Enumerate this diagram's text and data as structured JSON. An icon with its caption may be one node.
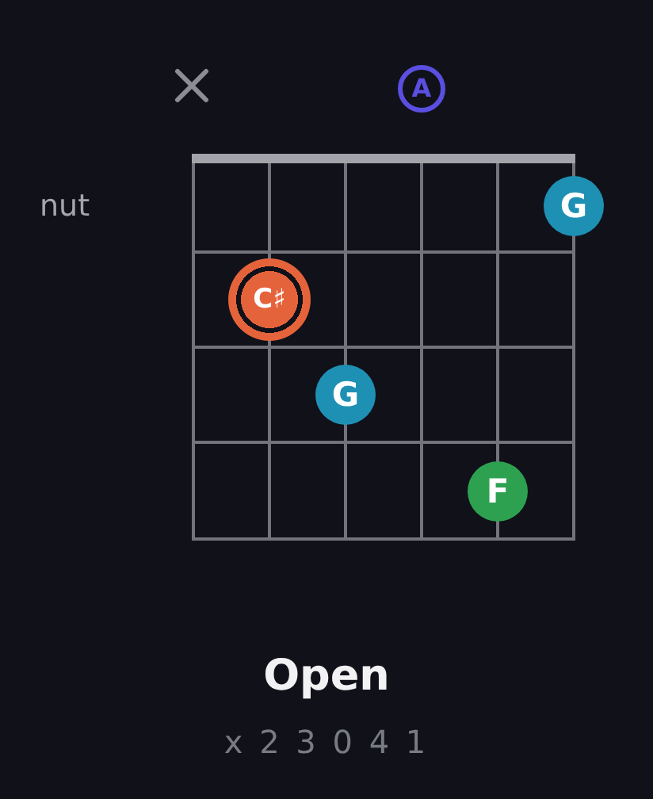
{
  "diagram": {
    "title": "Open",
    "nodes": [
      {
        "text": [
          "A"
        ]
      },
      {
        "text": [
          "G"
        ]
      },
      {
        "text": [
          "C♯"
        ]
      },
      {
        "text": [
          "G"
        ]
      },
      {
        "text": [
          "F"
        ]
      }
    ],
    "labels": [
      "nut",
      "x 2 3 0 4 1"
    ]
  }
}
